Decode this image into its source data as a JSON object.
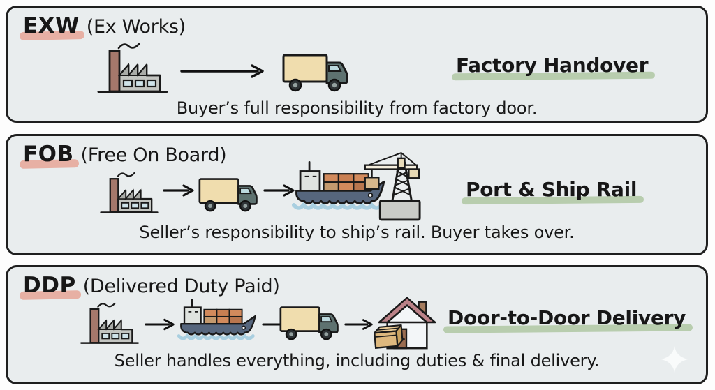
{
  "colors": {
    "page_bg": "#fdfdfd",
    "panel_bg": "#e9edee",
    "border": "#1f1f1f",
    "highlight_pink": "#e7b0a4",
    "highlight_green": "#b8cdae",
    "text": "#171717"
  },
  "panels": [
    {
      "acronym": "EXW",
      "expansion": "(Ex Works)",
      "label": "Factory Handover",
      "caption": "Buyer’s full responsibility from factory door.",
      "flow": [
        "factory",
        "truck"
      ]
    },
    {
      "acronym": "FOB",
      "expansion": "(Free On Board)",
      "label": "Port & Ship Rail",
      "caption": "Seller’s responsibility to ship’s rail. Buyer takes over.",
      "flow": [
        "factory",
        "truck",
        "ship-with-crane"
      ]
    },
    {
      "acronym": "DDP",
      "expansion": "(Delivered Duty Paid)",
      "label": "Door-to-Door Delivery",
      "caption": "Seller handles everything, including duties & final delivery.",
      "flow": [
        "factory",
        "ship",
        "truck",
        "house-with-package"
      ]
    }
  ],
  "watermark": {
    "name": "sparkle"
  }
}
